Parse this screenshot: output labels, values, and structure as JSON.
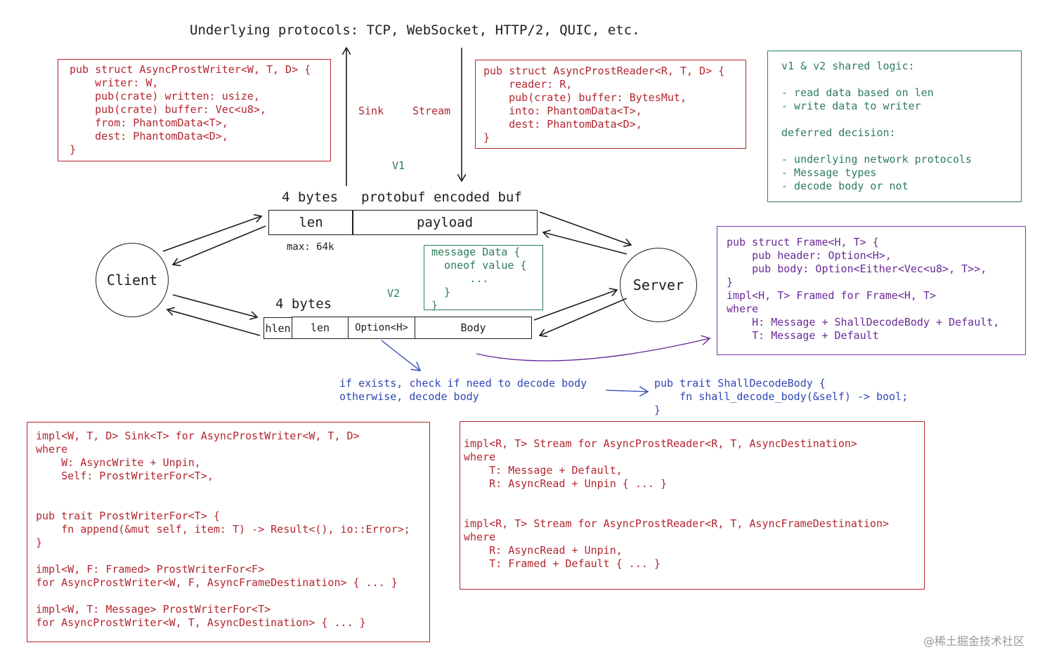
{
  "top_title": "Underlying protocols: TCP, WebSocket, HTTP/2, QUIC, etc.",
  "labels": {
    "sink": "Sink",
    "stream": "Stream",
    "v1": "V1",
    "v2": "V2",
    "four_bytes_v1": "4 bytes",
    "protobuf_buf": "protobuf encoded buf",
    "max_64k": "max: 64k",
    "four_bytes_v2": "4 bytes"
  },
  "nodes": {
    "client": "Client",
    "server": "Server"
  },
  "v1_frame": {
    "len": "len",
    "payload": "payload"
  },
  "v2_frame": {
    "hlen": "hlen",
    "len": "len",
    "option_h": "Option<H>",
    "body": "Body"
  },
  "code": {
    "writer_struct": "pub struct AsyncProstWriter<W, T, D> {\n    writer: W,\n    pub(crate) written: usize,\n    pub(crate) buffer: Vec<u8>,\n    from: PhantomData<T>,\n    dest: PhantomData<D>,\n}",
    "reader_struct": "pub struct AsyncProstReader<R, T, D> {\n    reader: R,\n    pub(crate) buffer: BytesMut,\n    into: PhantomData<T>,\n    dest: PhantomData<D>,\n}",
    "shared_logic": "v1 & v2 shared logic:\n\n- read data based on len\n- write data to writer\n\ndeferred decision:\n\n- underlying network protocols\n- Message types\n- decode body or not",
    "message_data": "message Data {\n  oneof value {\n      ...\n  }\n}",
    "frame_struct": "pub struct Frame<H, T> {\n    pub header: Option<H>,\n    pub body: Option<Either<Vec<u8>, T>>,\n}\nimpl<H, T> Framed for Frame<H, T>\nwhere\n    H: Message + ShallDecodeBody + Default,\n    T: Message + Default",
    "decode_note": "if exists, check if need to decode body\notherwise, decode body",
    "shall_decode_trait": "pub trait ShallDecodeBody {\n    fn shall_decode_body(&self) -> bool;\n}",
    "sink_impl": "impl<W, T, D> Sink<T> for AsyncProstWriter<W, T, D>\nwhere\n    W: AsyncWrite + Unpin,\n    Self: ProstWriterFor<T>,\n\n\npub trait ProstWriterFor<T> {\n    fn append(&mut self, item: T) -> Result<(), io::Error>;\n}\n\nimpl<W, F: Framed> ProstWriterFor<F>\nfor AsyncProstWriter<W, F, AsyncFrameDestination> { ... }\n\nimpl<W, T: Message> ProstWriterFor<T>\nfor AsyncProstWriter<W, T, AsyncDestination> { ... }",
    "stream_impl": "impl<R, T> Stream for AsyncProstReader<R, T, AsyncDestination>\nwhere\n    T: Message + Default,\n    R: AsyncRead + Unpin { ... }\n\n\nimpl<R, T> Stream for AsyncProstReader<R, T, AsyncFrameDestination>\nwhere\n    R: AsyncRead + Unpin,\n    T: Framed + Default { ... }"
  },
  "watermark": "@稀土掘金技术社区",
  "colors": {
    "red": "#b3262f",
    "green": "#2e7d5b",
    "purple": "#6a2a98",
    "blue": "#2f47b3",
    "ink": "#1e1e1e"
  }
}
